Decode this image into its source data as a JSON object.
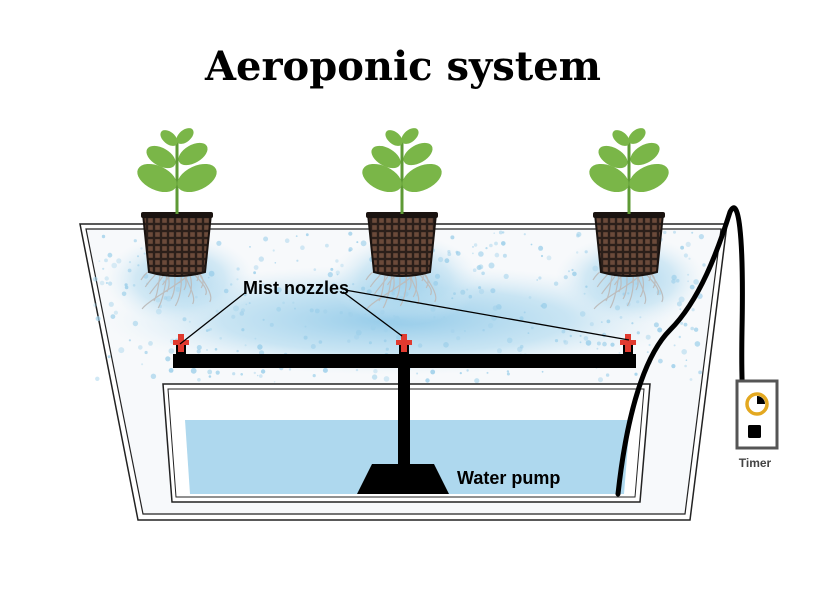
{
  "title": "Aeroponic system",
  "labels": {
    "mist_nozzles": "Mist nozzles",
    "water_pump": "Water pump",
    "timer": "Timer"
  },
  "plants": [
    {
      "name": "plant-left"
    },
    {
      "name": "plant-center"
    },
    {
      "name": "plant-right"
    }
  ],
  "colors": {
    "water": "#aed8ee",
    "mist": "#9fd0ea",
    "leaf": "#7ab648",
    "leaf_dark": "#5e9a35",
    "nozzle": "#e03a2f",
    "pipe": "#000000",
    "timer_dial": "#e3a820",
    "net_pot": "#3a2a22"
  },
  "icons": [
    "plant-icon",
    "net-pot-icon",
    "roots-icon",
    "nozzle-icon",
    "timer-icon",
    "pump-icon"
  ]
}
